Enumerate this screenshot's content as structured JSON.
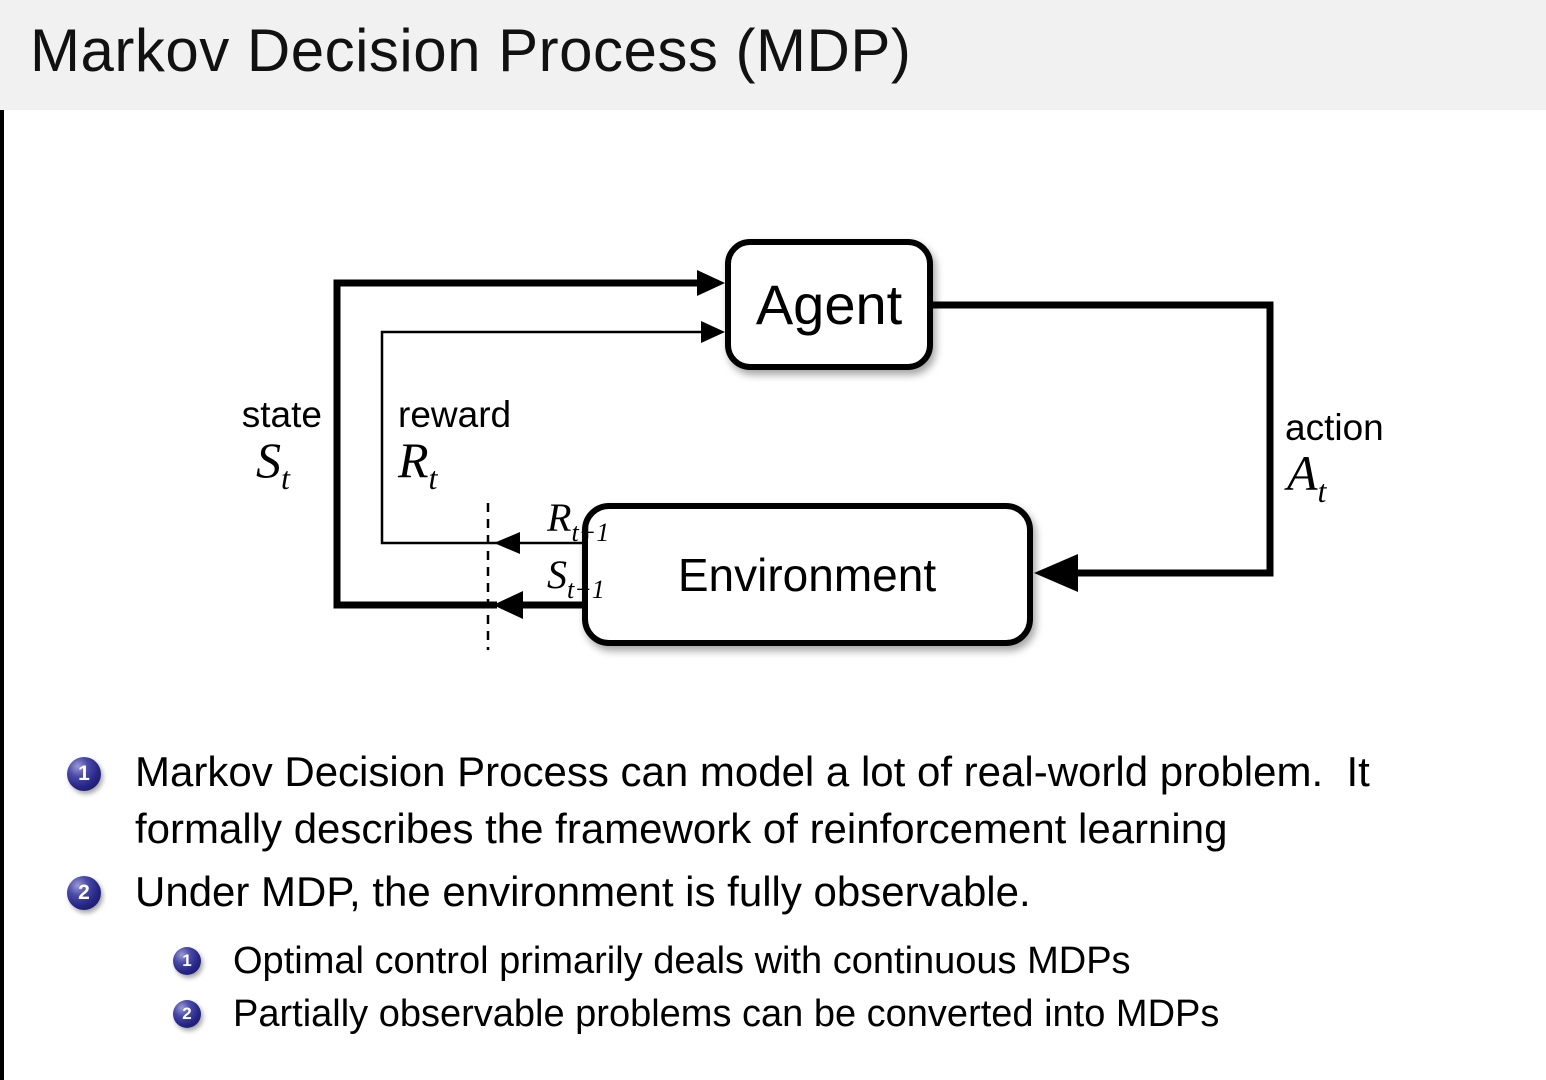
{
  "title": "Markov Decision Process (MDP)",
  "diagram": {
    "agent_label": "Agent",
    "environment_label": "Environment",
    "state": {
      "label": "state",
      "sym": "S",
      "sub": "t"
    },
    "reward": {
      "label": "reward",
      "sym": "R",
      "sub": "t"
    },
    "action": {
      "label": "action",
      "sym": "A",
      "sub": "t"
    },
    "next_reward": {
      "sym": "R",
      "sub": "t+1"
    },
    "next_state": {
      "sym": "S",
      "sub": "t+1"
    }
  },
  "bullets": [
    {
      "number": "1",
      "lines": [
        "Markov Decision Process can model a lot of real-world problem.  It",
        "formally describes the framework of reinforcement learning"
      ],
      "subs": []
    },
    {
      "number": "2",
      "lines": [
        "Under MDP, the environment is fully observable."
      ],
      "subs": [
        {
          "number": "1",
          "text": "Optimal control primarily deals with continuous MDPs"
        },
        {
          "number": "2",
          "text": "Partially observable problems can be converted into MDPs"
        }
      ]
    }
  ],
  "colors": {
    "title_bar_bg": "#f0f1f0",
    "slide_bg": "#ffffff",
    "left_border": "#000000",
    "ball_blue": "#252585",
    "line_color": "#000000",
    "text_color": "#000000"
  }
}
